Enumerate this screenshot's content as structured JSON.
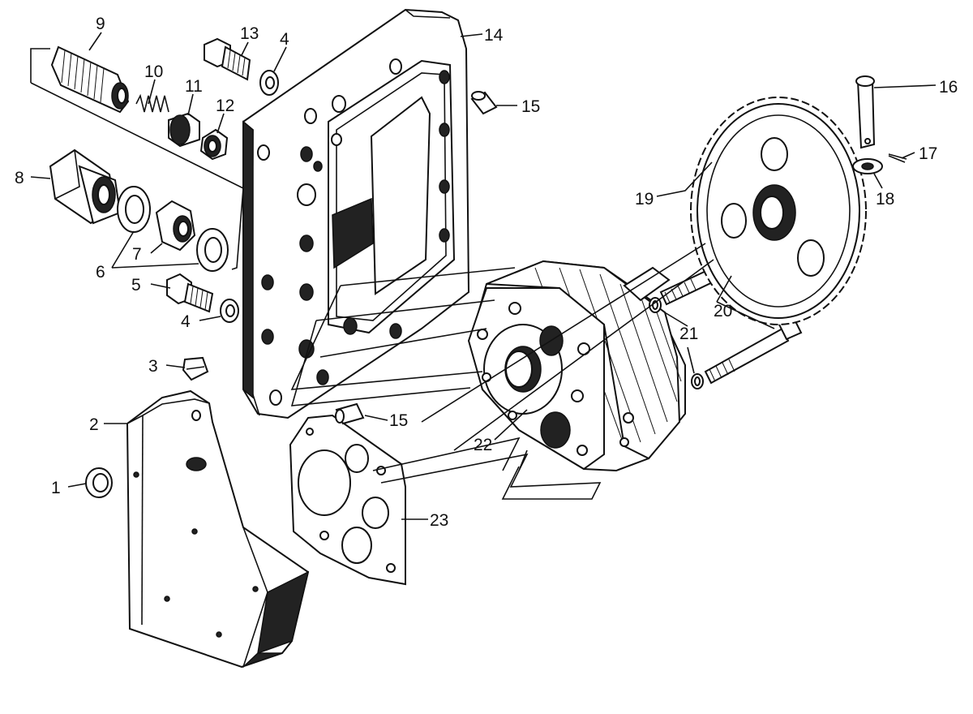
{
  "diagram": {
    "labels": [
      {
        "id": "1",
        "text": "1"
      },
      {
        "id": "2",
        "text": "2"
      },
      {
        "id": "3",
        "text": "3"
      },
      {
        "id": "4a",
        "text": "4"
      },
      {
        "id": "4b",
        "text": "4"
      },
      {
        "id": "5",
        "text": "5"
      },
      {
        "id": "6",
        "text": "6"
      },
      {
        "id": "7",
        "text": "7"
      },
      {
        "id": "8",
        "text": "8"
      },
      {
        "id": "9",
        "text": "9"
      },
      {
        "id": "10",
        "text": "10"
      },
      {
        "id": "11",
        "text": "11"
      },
      {
        "id": "12",
        "text": "12"
      },
      {
        "id": "13",
        "text": "13"
      },
      {
        "id": "14",
        "text": "14"
      },
      {
        "id": "15a",
        "text": "15"
      },
      {
        "id": "15b",
        "text": "15"
      },
      {
        "id": "16",
        "text": "16"
      },
      {
        "id": "17",
        "text": "17"
      },
      {
        "id": "18",
        "text": "18"
      },
      {
        "id": "19",
        "text": "19"
      },
      {
        "id": "20",
        "text": "20"
      },
      {
        "id": "21",
        "text": "21"
      },
      {
        "id": "22",
        "text": "22"
      },
      {
        "id": "23",
        "text": "23"
      }
    ]
  }
}
